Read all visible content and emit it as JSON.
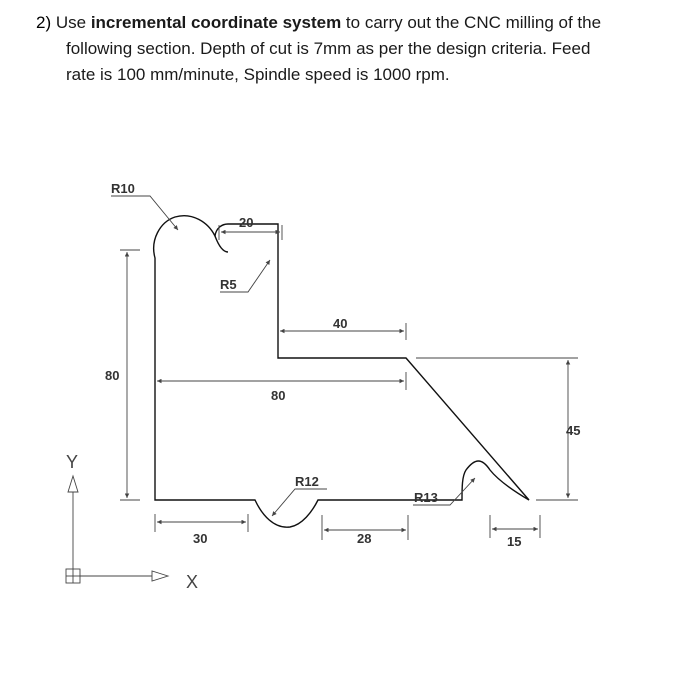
{
  "question": {
    "number": "2)",
    "line1_pre": "Use ",
    "line1_bold": "incremental coordinate system",
    "line1_post": " to carry out the CNC milling of the",
    "line2": "following  section. Depth of cut is 7mm as per the design criteria. Feed",
    "line3": "rate is 100 mm/minute,  Spindle speed is 1000 rpm."
  },
  "drawing": {
    "radius_labels": {
      "r10": "R10",
      "r5": "R5",
      "r12": "R12",
      "r13": "R13"
    },
    "dimensions": {
      "top_width": "20",
      "step_width": "40",
      "inner_width": "80",
      "height_left": "80",
      "height_right": "45",
      "bottom_left": "30",
      "bottom_mid": "28",
      "bottom_right": "15"
    },
    "axis": {
      "x_label": "X",
      "y_label": "Y"
    }
  }
}
